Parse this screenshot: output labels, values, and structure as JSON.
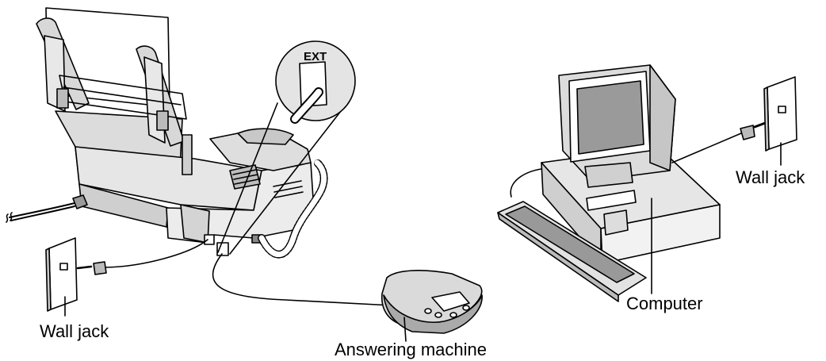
{
  "labels": {
    "wall_jack_left": "Wall jack",
    "answering_machine": "Answering machine",
    "computer": "Computer",
    "wall_jack_right": "Wall jack",
    "ext_port": "EXT"
  },
  "icons": {
    "fax": "fax-machine-icon",
    "answering_machine": "answering-machine-icon",
    "computer": "desktop-computer-icon",
    "wall_jack": "wall-jack-icon",
    "plug": "phone-plug-icon"
  },
  "colors": {
    "line": "#000000",
    "face": "#ffffff",
    "shade_light": "#eeeeee",
    "shade_mid": "#d6d6d6",
    "shade_dark": "#b4b4b4",
    "screen": "#9a9a9a"
  }
}
